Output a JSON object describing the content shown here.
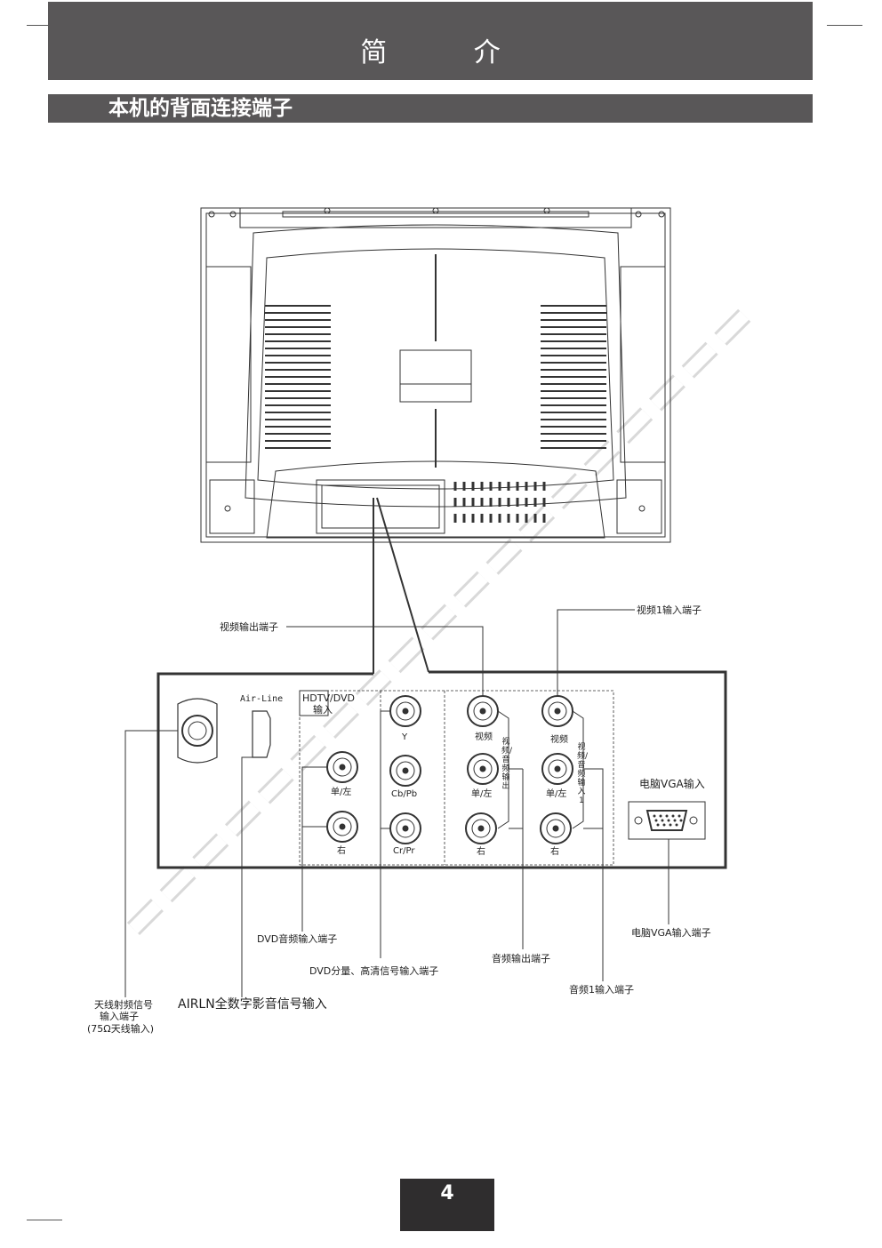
{
  "header": {
    "title": "简 介"
  },
  "section": {
    "title": "本机的背面连接端子"
  },
  "panel": {
    "air_line": "Air-Line",
    "hdtv_dvd": "HDTV/DVD",
    "hdtv_input": "输入",
    "port_y": "Y",
    "port_cb_pb": "Cb/Pb",
    "port_cr_pr": "Cr/Pr",
    "port_left_dvd": "单/左",
    "port_right_dvd": "右",
    "out_video": "视频",
    "out_left": "单/左",
    "out_right": "右",
    "out_vertical": "视频/音频输出",
    "in1_video": "视频",
    "in1_left": "单/左",
    "in1_right": "右",
    "in1_vertical": "视频/音频输入1",
    "vga_title": "电脑VGA输入"
  },
  "callouts": {
    "video_output": "视频输出端子",
    "video1_input": "视频1输入端子",
    "dvd_audio_input": "DVD音频输入端子",
    "dvd_component_input": "DVD分量、高清信号输入端子",
    "audio_output": "音频输出端子",
    "audio1_input": "音频1输入端子",
    "pc_vga_input": "电脑VGA输入端子",
    "antenna_line1": "天线射频信号",
    "antenna_line2": "输入端子",
    "antenna_line3": "(75Ω天线输入)",
    "airln": "AIRLN全数字影音信号输入"
  },
  "footer": {
    "page_number": "4"
  }
}
